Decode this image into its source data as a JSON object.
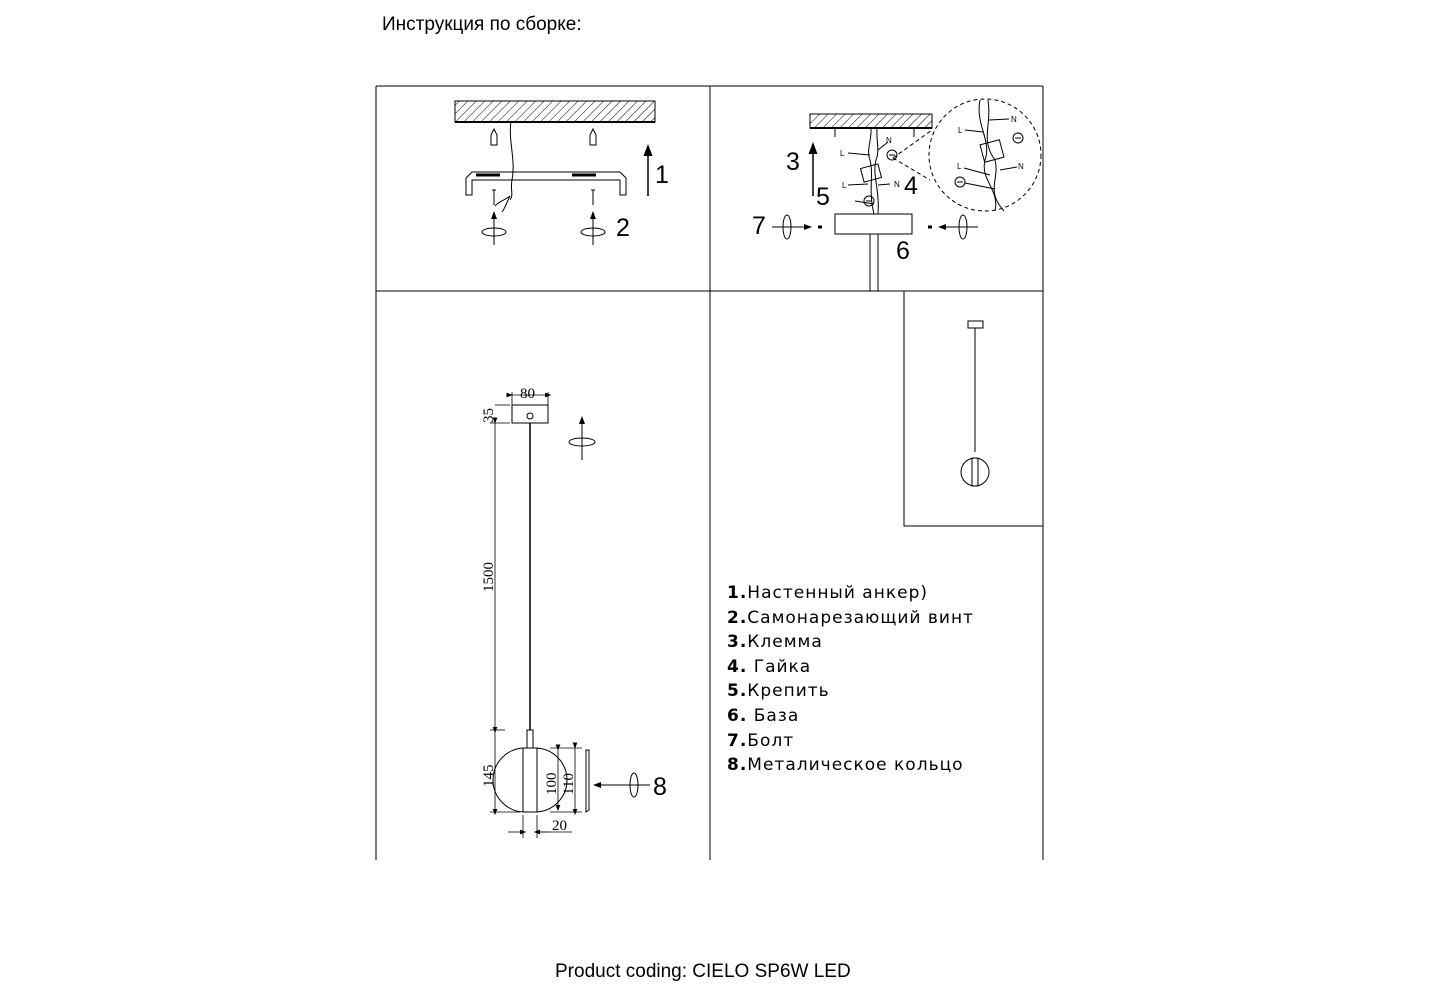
{
  "title": "Инструкция по сборке:",
  "footer": "Product coding: CIELO SP6W LED",
  "step_labels": [
    "1",
    "2",
    "3",
    "4",
    "5",
    "6",
    "7",
    "8"
  ],
  "wire_labels": {
    "live": "L",
    "neutral": "N"
  },
  "dimensions": {
    "canopy_width": "80",
    "canopy_height": "35",
    "cord_length": "1500",
    "lamp_height": "145",
    "ring_inner": "100",
    "ring_outer": "110",
    "depth": "20"
  },
  "legend": [
    {
      "num": "1.",
      "text": "Настенный анкер)"
    },
    {
      "num": "2.",
      "text": "Самонарезающий винт"
    },
    {
      "num": "3.",
      "text": "Клемма"
    },
    {
      "num": "4.",
      "text": " Гайка"
    },
    {
      "num": "5.",
      "text": "Крепить"
    },
    {
      "num": "6.",
      "text": " База"
    },
    {
      "num": "7.",
      "text": "Болт"
    },
    {
      "num": "8.",
      "text": "Металическое кольцо"
    }
  ]
}
